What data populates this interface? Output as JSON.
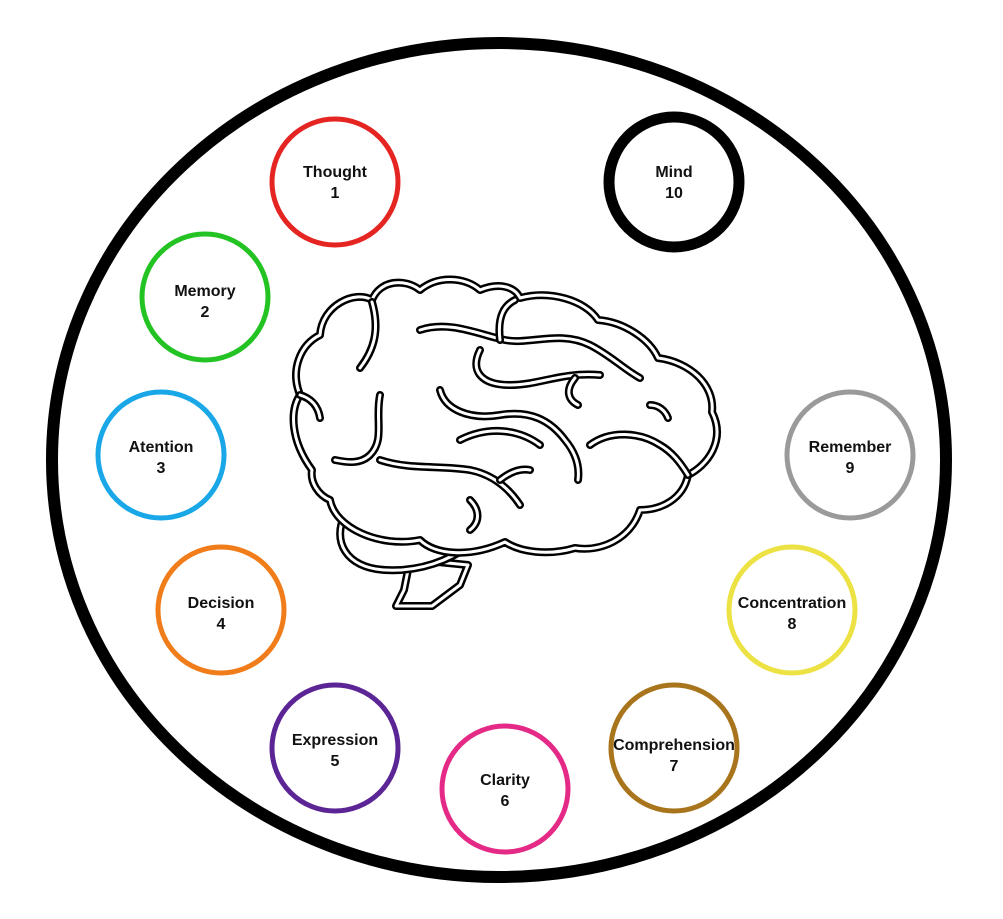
{
  "diagram": {
    "frame_color": "#000000",
    "center_icon": "brain-icon",
    "nodes": [
      {
        "label": "Thought",
        "number": "1",
        "color": "#e52521"
      },
      {
        "label": "Memory",
        "number": "2",
        "color": "#22c322"
      },
      {
        "label": "Atention",
        "number": "3",
        "color": "#1aa7e8"
      },
      {
        "label": "Decision",
        "number": "4",
        "color": "#f07c1a"
      },
      {
        "label": "Expression",
        "number": "5",
        "color": "#5b2596"
      },
      {
        "label": "Clarity",
        "number": "6",
        "color": "#e42a86"
      },
      {
        "label": "Comprehension",
        "number": "7",
        "color": "#a8741c"
      },
      {
        "label": "Concentration",
        "number": "8",
        "color": "#ece244"
      },
      {
        "label": "Remember",
        "number": "9",
        "color": "#9a9a9a"
      },
      {
        "label": "Mind",
        "number": "10",
        "color": "#000000"
      }
    ]
  }
}
